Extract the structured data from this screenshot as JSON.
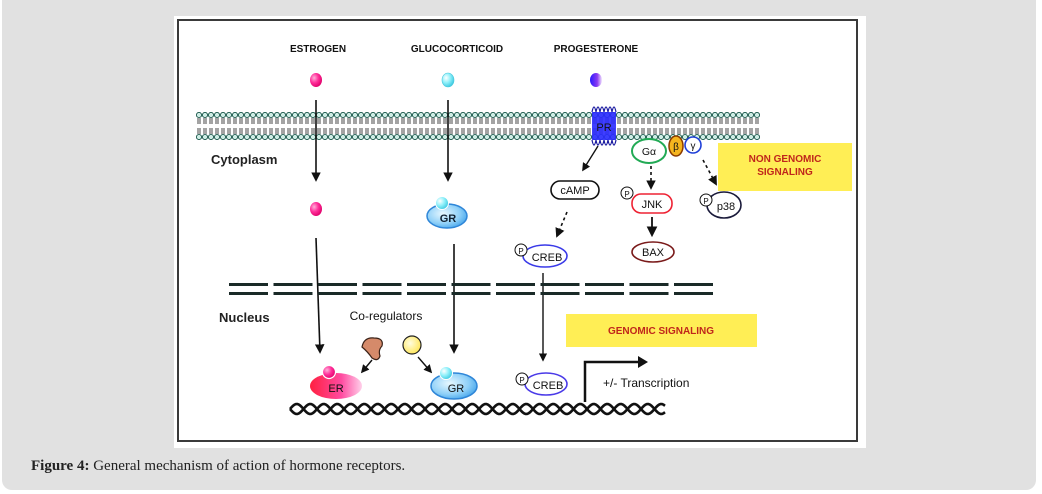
{
  "figure": {
    "hormones": [
      {
        "name": "ESTROGEN",
        "color": "#ff1a8c"
      },
      {
        "name": "GLUCOCORTICOID",
        "color": "#5fe0f0"
      },
      {
        "name": "PROGESTERONE",
        "color": "#5a2dff"
      }
    ],
    "compartments": {
      "cytoplasm": "Cytoplasm",
      "nucleus": "Nucleus"
    },
    "membrane_receptor": "PR",
    "g_protein": {
      "alpha": "Gα",
      "beta": "β",
      "gamma": "γ"
    },
    "cytoplasm_nodes": {
      "gr": "GR",
      "camp": "cAMP",
      "creb": "CREB",
      "jnk": "JNK",
      "bax": "BAX",
      "p38": "p38",
      "phospho": "P"
    },
    "nucleus_nodes": {
      "coregulators": "Co-regulators",
      "er": "ER",
      "gr": "GR",
      "creb": "CREB",
      "transcription": "+/- Transcription"
    },
    "labels": {
      "non_genomic": [
        "NON GENOMIC",
        "SIGNALING"
      ],
      "genomic": "GENOMIC SIGNALING"
    },
    "colors": {
      "highlight_box": "#ffee55",
      "highlight_text": "#c0261b",
      "receptor_blue": "#2a2aff",
      "panel_gray": "#e1e1e1"
    }
  },
  "caption": {
    "label": "Figure 4:",
    "text": " General mechanism of action of hormone receptors."
  }
}
